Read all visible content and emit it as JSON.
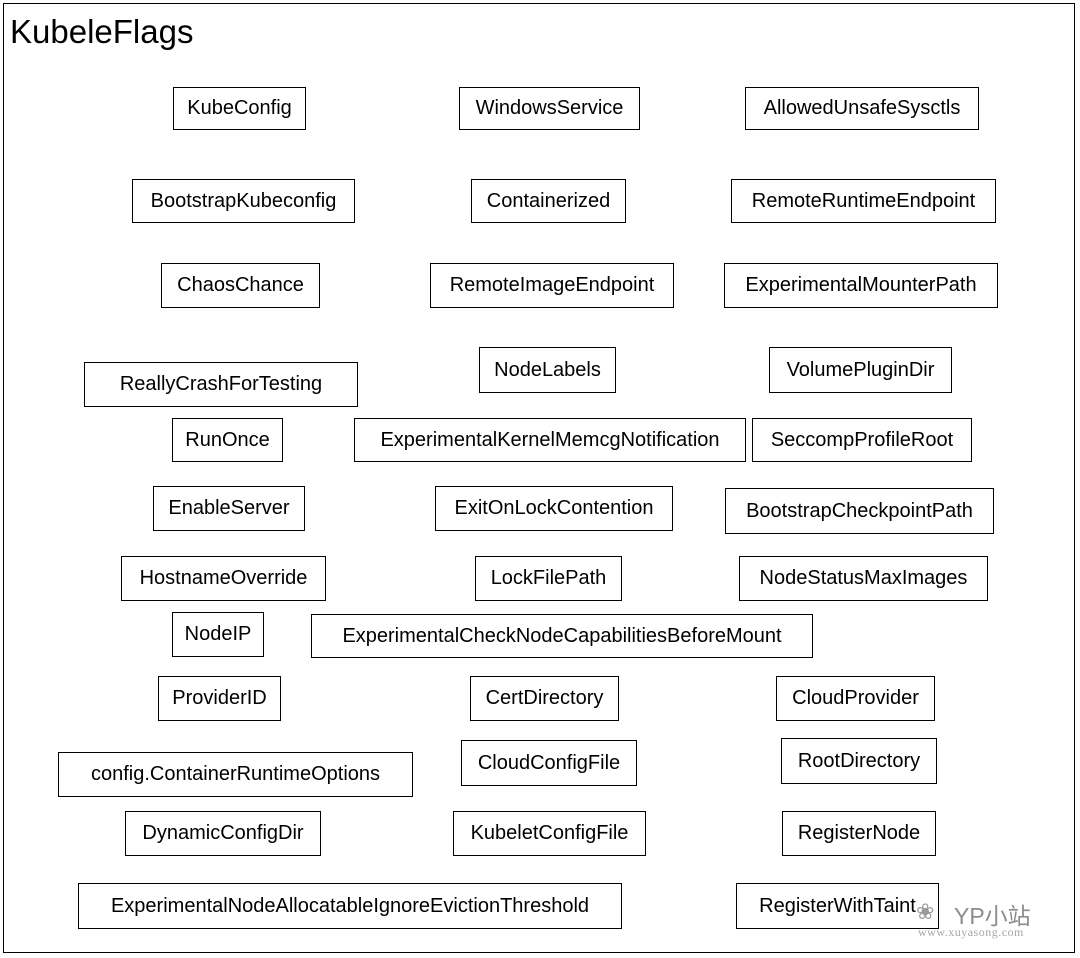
{
  "title": "KubeleFlags",
  "boxes": [
    "KubeConfig",
    "WindowsService",
    "AllowedUnsafeSysctls",
    "BootstrapKubeconfig",
    "Containerized",
    "RemoteRuntimeEndpoint",
    "ChaosChance",
    "RemoteImageEndpoint",
    "ExperimentalMounterPath",
    "ReallyCrashForTesting",
    "NodeLabels",
    "VolumePluginDir",
    "RunOnce",
    "ExperimentalKernelMemcgNotification",
    "SeccompProfileRoot",
    "EnableServer",
    "ExitOnLockContention",
    "BootstrapCheckpointPath",
    "HostnameOverride",
    "LockFilePath",
    "NodeStatusMaxImages",
    "NodeIP",
    "ExperimentalCheckNodeCapabilitiesBeforeMount",
    "ProviderID",
    "CertDirectory",
    "CloudProvider",
    "config.ContainerRuntimeOptions",
    "CloudConfigFile",
    "RootDirectory",
    "DynamicConfigDir",
    "KubeletConfigFile",
    "RegisterNode",
    "ExperimentalNodeAllocatableIgnoreEvictionThreshold",
    "RegisterWithTaint"
  ],
  "watermark": {
    "logo_icon": "wechat-icon",
    "text": "YP小站",
    "url": "www.xuyasong.com"
  }
}
